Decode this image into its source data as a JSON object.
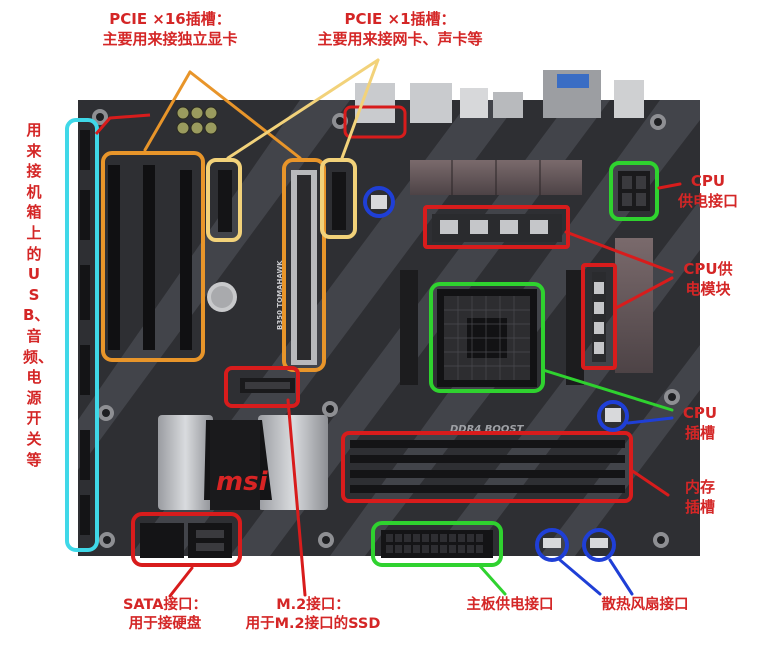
{
  "colors": {
    "label_red": "#d42626",
    "box_red": "#d81c1c",
    "box_orange": "#e8952a",
    "box_yellow": "#f2d27a",
    "box_green": "#2fd22f",
    "box_blue": "#1f3fd6",
    "box_cyan": "#3fd8e8",
    "board_dark": "#2e2f33",
    "board_stripe": "#4a4c52"
  },
  "labels": {
    "pcie_x16": {
      "line1": "PCIE ×16插槽：",
      "line2": "主要用来接独立显卡"
    },
    "pcie_x1": {
      "line1": "PCIE ×1插槽：",
      "line2": "主要用来接网卡、声卡等"
    },
    "cpu_power": {
      "line1": "CPU",
      "line2": "供电接口"
    },
    "cpu_vrm": {
      "line1": "CPU供",
      "line2": "电模块"
    },
    "cpu_socket": {
      "line1": "CPU",
      "line2": "插槽"
    },
    "memory": {
      "line1": "内存",
      "line2": "插槽"
    },
    "sata": {
      "line1": "SATA接口：",
      "line2": "用于接硬盘"
    },
    "m2": {
      "line1": "M.2接口：",
      "line2": "用于M.2接口的SSD"
    },
    "atx_power": {
      "line1": "主板供电接口"
    },
    "fan": {
      "line1": "散热风扇接口"
    },
    "front_panel": {
      "text": "用来接机箱上的USB、音频、电源开关等"
    }
  },
  "board_print": {
    "brand": "msi",
    "memory_text": "DDR4 BOOST",
    "model_text": "B350 TOMAHAWK"
  }
}
